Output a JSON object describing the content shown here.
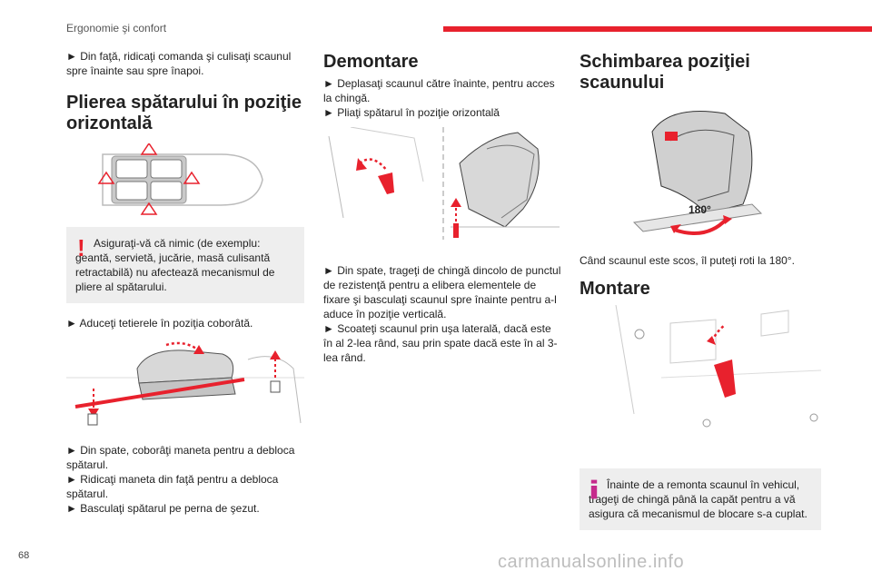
{
  "header": {
    "section": "Ergonomie şi confort"
  },
  "page": {
    "number": "68"
  },
  "watermark": "carmanualsonline.info",
  "col1": {
    "p1": "► Din faţă, ridicaţi comanda şi culisaţi scaunul spre înainte sau spre înapoi.",
    "heading": "Plierea spătarului în poziţie orizontală",
    "warning": "Asiguraţi-vă că nimic (de exemplu: geantă, servietă, jucărie, masă culisantă retractabilă) nu afectează mecanismul de pliere al spătarului.",
    "p2": "► Aduceţi tetierele în poziţia coborâtă.",
    "p3a": "► Din spate, coborâţi maneta pentru a debloca spătarul.",
    "p3b": "► Ridicaţi maneta din faţă pentru a debloca spătarul.",
    "p3c": "► Basculaţi spătarul pe perna de şezut."
  },
  "col2": {
    "heading": "Demontare",
    "p1a": "► Deplasaţi scaunul către înainte, pentru acces la chingă.",
    "p1b": "► Pliaţi spătarul în poziţie orizontală",
    "p2a": "► Din spate, trageţi de chingă dincolo de punctul de rezistenţă pentru a elibera elementele de fixare şi basculaţi scaunul spre înainte pentru a-l aduce în poziţie verticală.",
    "p2b": "► Scoateţi scaunul prin uşa laterală, dacă este în al 2-lea rând, sau prin spate dacă este în al 3-lea rând."
  },
  "col3": {
    "heading": "Schimbarea poziţiei scaunului",
    "rotation_label": "180°",
    "p1": "Când scaunul este scos, îl puteţi roti la 180°.",
    "heading2": "Montare",
    "info": "Înainte de a remonta scaunul în vehicul, trageţi de chingă până la capăt pentru a vă asigura că mecanismul de blocare s-a cuplat."
  },
  "colors": {
    "accent": "#e8212d",
    "box": "#eeeeee",
    "info_icon": "#c52a8c"
  }
}
